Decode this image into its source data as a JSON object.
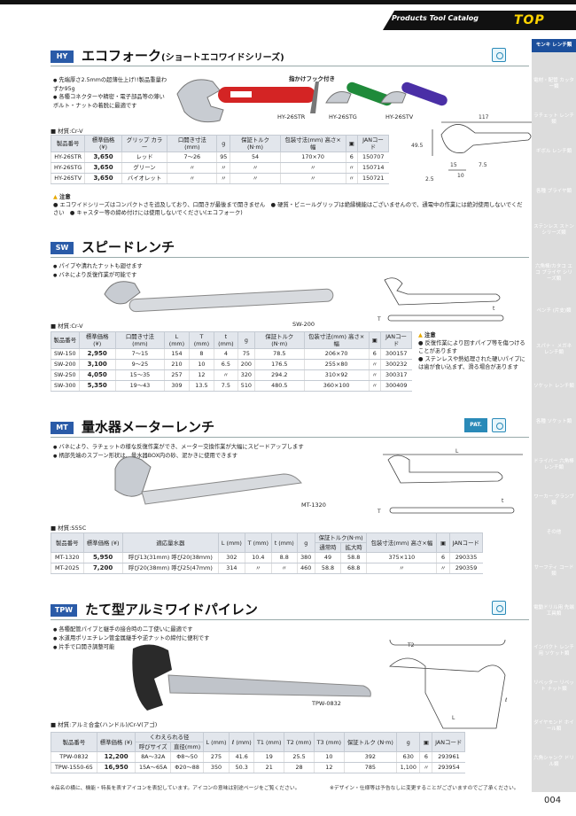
{
  "header": {
    "catalog": "Products Tool Catalog",
    "logo": "TOP"
  },
  "page_number": "004",
  "sidebar": {
    "items": [
      {
        "label": "モンキ レンチ類"
      },
      {
        "label": "電材・配管 カッター類"
      },
      {
        "label": "ラチェット レンチ類"
      },
      {
        "label": "ギボル レンチ類"
      },
      {
        "label": "各種 プライヤ類"
      },
      {
        "label": "ステンレス ストン シリーズ類"
      },
      {
        "label": "六角棒/カタコ エコ プライヤ シリーズ類"
      },
      {
        "label": "ペンチ (片支)類"
      },
      {
        "label": "スパナ・ メガネ レンチ類"
      },
      {
        "label": "ソケット レンチ類"
      },
      {
        "label": "各種 ソケット類"
      },
      {
        "label": "ドライバー 六角棒 レンチ類"
      },
      {
        "label": "ワーカー クランプ類"
      },
      {
        "label": "その他"
      },
      {
        "label": "サーフティ コード類"
      },
      {
        "label": "電動ドリル用 先端工具類"
      },
      {
        "label": "インパクト レンチ用 ソケット類"
      },
      {
        "label": "リベッター リベット ナット類"
      },
      {
        "label": "ダイヤモンド ホイール類"
      },
      {
        "label": "六角シャンク ドリル類"
      }
    ]
  },
  "hy": {
    "code": "HY",
    "title": "エコフォーク",
    "subtitle": "(ショートエコワイドシリーズ)",
    "bullets": [
      "先端厚さ2.5mmの超薄仕上げ!!製品重量わずか95g",
      "各種コネクターや精密・電子部品等の薄いボルト・ナットの着脱に最適です"
    ],
    "callout": "指かけフック付き",
    "captions": [
      "HY-26STR",
      "HY-26STG",
      "HY-26STV"
    ],
    "dims": [
      "117",
      "49.5",
      "15",
      "10",
      "7.5",
      "2.5"
    ],
    "material": "材質:Cr-V",
    "headers": [
      "製品番号",
      "標準価格 (¥)",
      "グリップ カラー",
      "口開き寸法 (mm)",
      "g",
      "保証トルク (N·m)",
      "包装寸法(mm) 高さ×幅",
      "",
      "JANコード"
    ],
    "rows": [
      [
        "HY-26STR",
        "3,650",
        "レッド",
        "7〜26",
        "95",
        "54",
        "170×70",
        "6",
        "150707"
      ],
      [
        "HY-26STG",
        "3,650",
        "グリーン",
        "〃",
        "〃",
        "〃",
        "〃",
        "〃",
        "150714"
      ],
      [
        "HY-26STV",
        "3,650",
        "バイオレット",
        "〃",
        "〃",
        "〃",
        "〃",
        "〃",
        "150721"
      ]
    ],
    "caution_title": "注意",
    "caution": [
      "エコワイドシリーズはコンパクトさを追及しており、口開きが最後まで開きません",
      "硬質・ビニールグリップは絶縁機能はございませんので、通電中の作業には絶対使用しないでください",
      "キャスター等の締め付けには使用しないでください(エコフォーク)"
    ]
  },
  "sw": {
    "code": "SW",
    "title": "スピードレンチ",
    "bullets": [
      "パイプや潰れたナットも廻せます",
      "バネにより反復作業が可能です"
    ],
    "caption": "SW-200",
    "material": "材質:Cr-V",
    "headers": [
      "製品番号",
      "標準価格 (¥)",
      "口開き寸法 (mm)",
      "L (mm)",
      "T (mm)",
      "t (mm)",
      "g",
      "保証トルク (N·m)",
      "包装寸法(mm) 高さ×幅",
      "",
      "JANコード"
    ],
    "rows": [
      [
        "SW-150",
        "2,950",
        "7〜15",
        "154",
        "8",
        "4",
        "75",
        "78.5",
        "206×70",
        "6",
        "300157"
      ],
      [
        "SW-200",
        "3,100",
        "9〜25",
        "210",
        "10",
        "6.5",
        "200",
        "176.5",
        "255×80",
        "〃",
        "300232"
      ],
      [
        "SW-250",
        "4,050",
        "15〜35",
        "257",
        "12",
        "〃",
        "320",
        "294.2",
        "310×92",
        "〃",
        "300317"
      ],
      [
        "SW-300",
        "5,350",
        "19〜43",
        "309",
        "13.5",
        "7.5",
        "510",
        "480.5",
        "360×100",
        "〃",
        "300409"
      ]
    ],
    "caution_title": "注意",
    "caution": [
      "反復作業により回すパイプ等を傷つけることがあります",
      "ステンレスや熱処理された硬いパイプには歯が食い込まず、滑る場合があります"
    ]
  },
  "mt": {
    "code": "MT",
    "title": "量水器メーターレンチ",
    "bullets": [
      "バネにより、ラチェットの様な反復作業ができ、メーター交換作業が大幅にスピードアップします",
      "柄部先端のスプーン形状は、量水器BOX内の砂、泥かきに使用できます"
    ],
    "pat": "PAT.",
    "caption": "MT-1320",
    "material": "材質:S55C",
    "headers": [
      "製品番号",
      "標準価格 (¥)",
      "適応量水器",
      "L (mm)",
      "T (mm)",
      "t (mm)",
      "g",
      "通常時",
      "拡大時",
      "包装寸法(mm) 高さ×幅",
      "",
      "JANコード"
    ],
    "group_header": "保証トルク(N·m)",
    "rows": [
      [
        "MT-1320",
        "5,950",
        "呼び13(31mm) 呼び20(38mm)",
        "302",
        "10.4",
        "8.8",
        "380",
        "49",
        "58.8",
        "375×110",
        "6",
        "290335"
      ],
      [
        "MT-2025",
        "7,200",
        "呼び20(38mm) 呼び25(47mm)",
        "314",
        "〃",
        "〃",
        "460",
        "58.8",
        "68.8",
        "〃",
        "〃",
        "290359"
      ]
    ]
  },
  "tpw": {
    "code": "TPW",
    "title": "たて型アルミワイドパイレン",
    "bullets": [
      "各種配管パイプと継手の接合時の二丁使いに最適です",
      "水道用ポリエチレン管金属継手や逆ナットの締付に便利です",
      "片手で口開き調整可能"
    ],
    "caption": "TPW-0832",
    "material": "材質:アルミ合金(ハンドル)/Cr-V(アゴ)",
    "group_header": "くわえられる径",
    "headers": [
      "製品番号",
      "標準価格 (¥)",
      "呼びサイズ",
      "直径(mm)",
      "L (mm)",
      "ℓ (mm)",
      "T1 (mm)",
      "T2 (mm)",
      "T3 (mm)",
      "保証トルク (N·m)",
      "g",
      "",
      "JANコード"
    ],
    "rows": [
      [
        "TPW-0832",
        "12,200",
        "8A〜32A",
        "Φ8〜50",
        "275",
        "41.6",
        "19",
        "25.5",
        "10",
        "392",
        "630",
        "6",
        "293961"
      ],
      [
        "TPW-1550-65",
        "16,950",
        "15A〜65A",
        "Φ20〜88",
        "350",
        "50.3",
        "21",
        "28",
        "12",
        "785",
        "1,100",
        "〃",
        "293954"
      ]
    ]
  },
  "footer": {
    "left": "※品名の横に、機能・特長を表すアイコンを表記しています。アイコンの意味は別途ページをご覧ください。",
    "right": "※デザイン・仕様等は予告なしに変更することがございますのでご了承ください。"
  }
}
